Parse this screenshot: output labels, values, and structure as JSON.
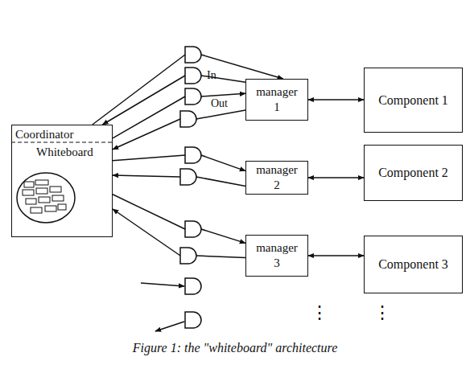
{
  "diagram": {
    "caption": "Figure 1: the \"whiteboard\" architecture",
    "nodes": [
      {
        "text": [
          "Coordinator",
          "Whiteboard"
        ]
      },
      {
        "text": [
          "manager 1"
        ]
      },
      {
        "text": [
          "Component 1"
        ]
      },
      {
        "text": [
          "manager 2"
        ]
      },
      {
        "text": [
          "Component 2"
        ]
      },
      {
        "text": [
          "manager 3"
        ]
      },
      {
        "text": [
          "Component 3"
        ]
      }
    ],
    "edges": [
      {
        "from": 0,
        "to": 1,
        "arrow": "to"
      },
      {
        "from": 1,
        "to": 0,
        "arrow": "to"
      },
      {
        "from": 0,
        "to": 1,
        "label": "In",
        "arrow": "to"
      },
      {
        "from": 1,
        "to": 0,
        "label": "Out",
        "arrow": "to"
      },
      {
        "from": 1,
        "to": 2,
        "arrow": "both"
      },
      {
        "from": 0,
        "to": 3,
        "arrow": "to"
      },
      {
        "from": 3,
        "to": 0,
        "arrow": "to"
      },
      {
        "from": 3,
        "to": 4,
        "arrow": "both"
      },
      {
        "from": 0,
        "to": 5,
        "arrow": "to"
      },
      {
        "from": 5,
        "to": 0,
        "arrow": "to"
      },
      {
        "from": 5,
        "to": 6,
        "arrow": "both"
      }
    ],
    "labels": [
      "⋮",
      "⋮"
    ]
  }
}
